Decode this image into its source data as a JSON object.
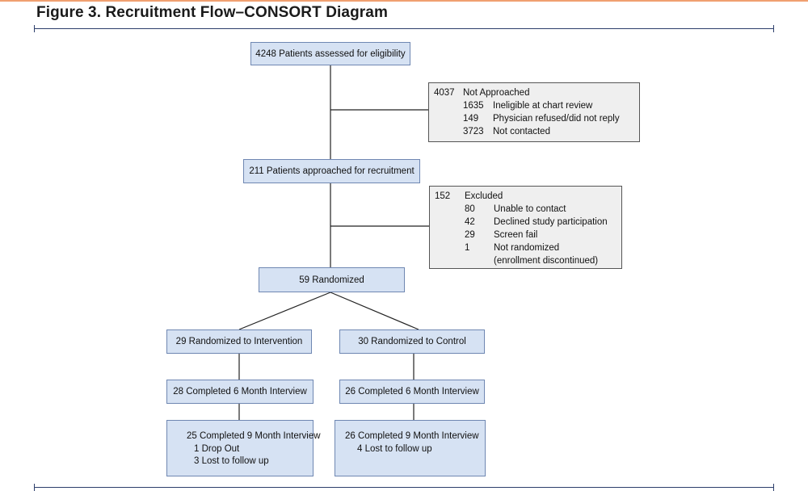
{
  "title": "Figure 3. Recruitment Flow–CONSORT Diagram",
  "colors": {
    "box_fill": "#d6e2f3",
    "box_border": "#6f87b2",
    "side_fill": "#efefef",
    "rule": "#2d3f6b"
  },
  "flow": {
    "assessed": "4248 Patients assessed for eligibility",
    "not_approached": {
      "count": "4037",
      "label": "Not Approached",
      "items": [
        {
          "count": "1635",
          "label": "Ineligible at chart review"
        },
        {
          "count": "149",
          "label": "Physician refused/did not reply"
        },
        {
          "count": "3723",
          "label": "Not contacted"
        }
      ]
    },
    "approached": "211 Patients approached for recruitment",
    "excluded": {
      "count": "152",
      "label": "Excluded",
      "items": [
        {
          "count": "80",
          "label": "Unable to contact"
        },
        {
          "count": "42",
          "label": "Declined study participation"
        },
        {
          "count": "29",
          "label": "Screen fail"
        },
        {
          "count": "1",
          "label": "Not randomized"
        }
      ],
      "note": "(enrollment discontinued)"
    },
    "randomized": "59 Randomized",
    "intervention": {
      "randomized": "29 Randomized to Intervention",
      "completed_6": "28 Completed 6 Month Interview",
      "completed_9": "25 Completed 9 Month Interview",
      "details": [
        "1 Drop Out",
        "3 Lost to follow up"
      ]
    },
    "control": {
      "randomized": "30 Randomized to Control",
      "completed_6": "26 Completed 6 Month Interview",
      "completed_9": "26 Completed 9 Month Interview",
      "details": [
        "4 Lost to follow up"
      ]
    }
  }
}
